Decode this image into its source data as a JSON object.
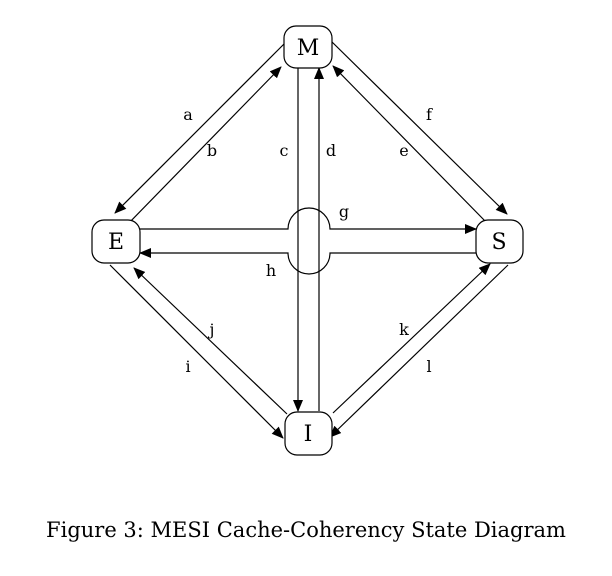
{
  "states": {
    "m": "M",
    "e": "E",
    "s": "S",
    "i": "I"
  },
  "transitions": {
    "a": "a",
    "b": "b",
    "c": "c",
    "d": "d",
    "e": "e",
    "f": "f",
    "g": "g",
    "h": "h",
    "i": "i",
    "j": "j",
    "k": "k",
    "l": "l"
  },
  "caption": "Figure 3: MESI Cache-Coherency State Diagram"
}
